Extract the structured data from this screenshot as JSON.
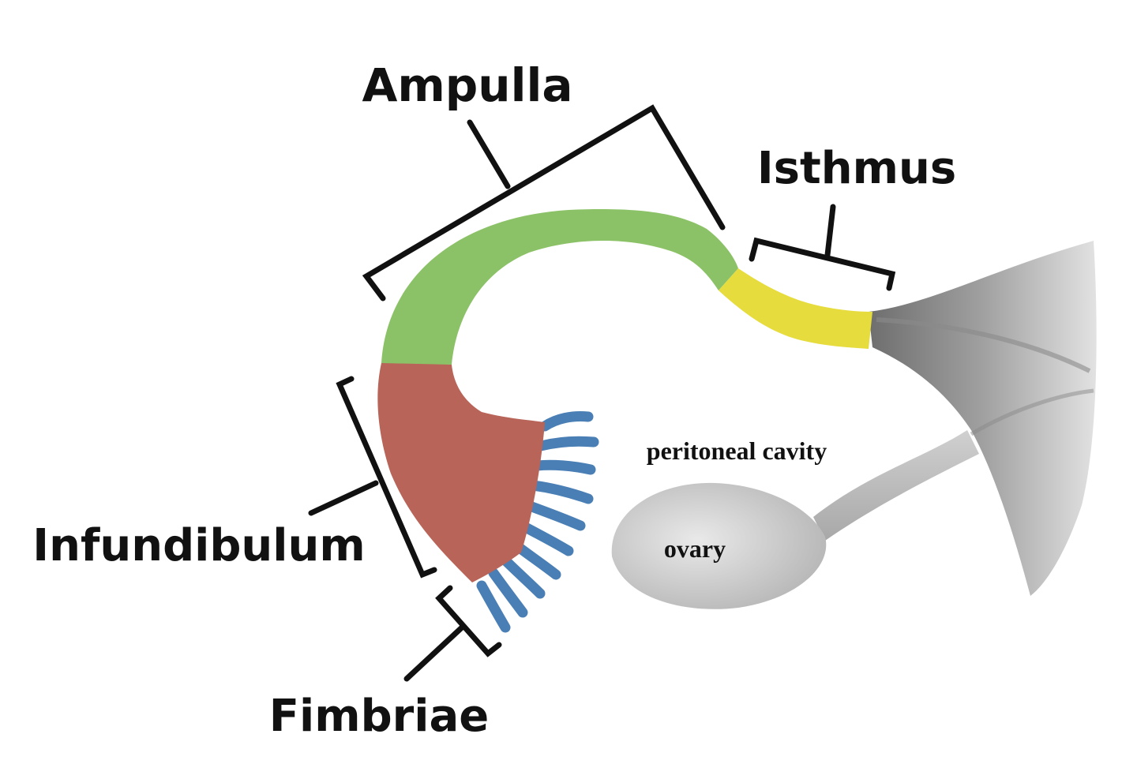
{
  "labels": {
    "ampulla": "Ampulla",
    "isthmus": "Isthmus",
    "infundibulum": "Infundibulum",
    "fimbriae": "Fimbriae",
    "peritoneal_cavity": "peritoneal cavity",
    "ovary": "ovary"
  },
  "colors": {
    "ampulla": "#8cc267",
    "isthmus": "#e6dc3e",
    "infundibulum": "#b86458",
    "fimbriae": "#4a7fb5",
    "uterus": "#7d7d7d",
    "ovary": "#d6d6d6",
    "bracket": "#111111"
  }
}
